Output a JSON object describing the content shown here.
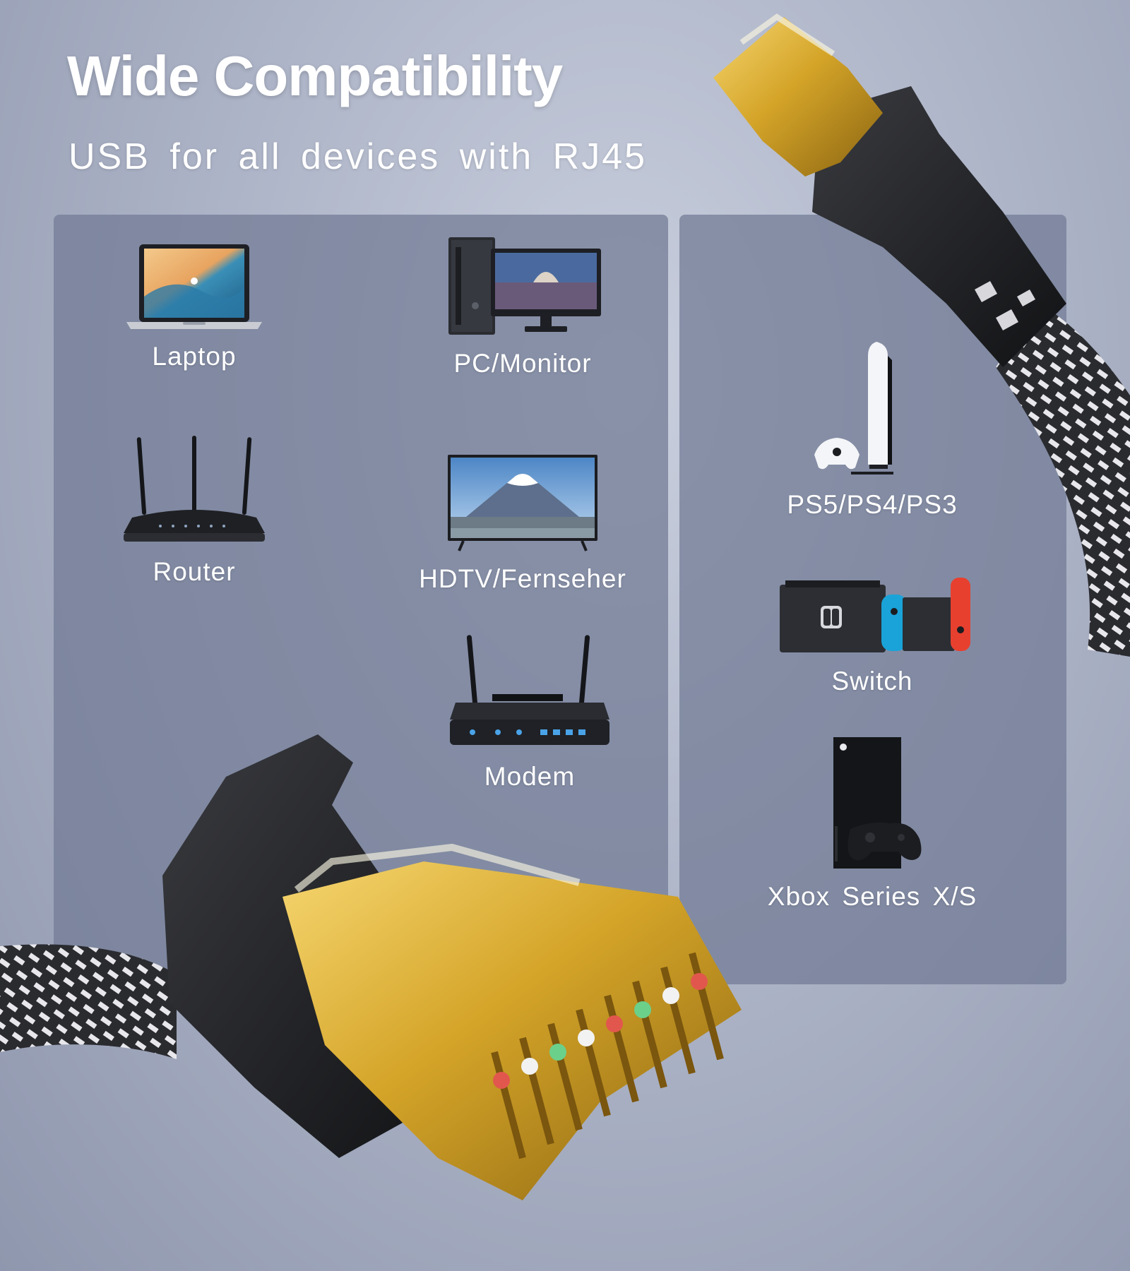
{
  "header": {
    "title": "Wide Compatibility",
    "subtitle": "USB for all devices with RJ45"
  },
  "devices_left": [
    {
      "label": "Laptop",
      "icon": "laptop-icon"
    },
    {
      "label": "PC/Monitor",
      "icon": "pc-monitor-icon"
    },
    {
      "label": "Router",
      "icon": "router-icon"
    },
    {
      "label": "HDTV/Fernseher",
      "icon": "tv-icon"
    },
    {
      "label": "Modem",
      "icon": "modem-icon"
    }
  ],
  "devices_right": [
    {
      "label": "PS5/PS4/PS3",
      "icon": "playstation-icon"
    },
    {
      "label": "Switch",
      "icon": "nintendo-switch-icon"
    },
    {
      "label": "Xbox Series X/S",
      "icon": "xbox-icon"
    }
  ],
  "colors": {
    "background": "#aeb5c8",
    "panel": "#737c96",
    "text": "#ffffff",
    "connector_gold": "#d4a428",
    "connector_black": "#1c1c1e"
  }
}
